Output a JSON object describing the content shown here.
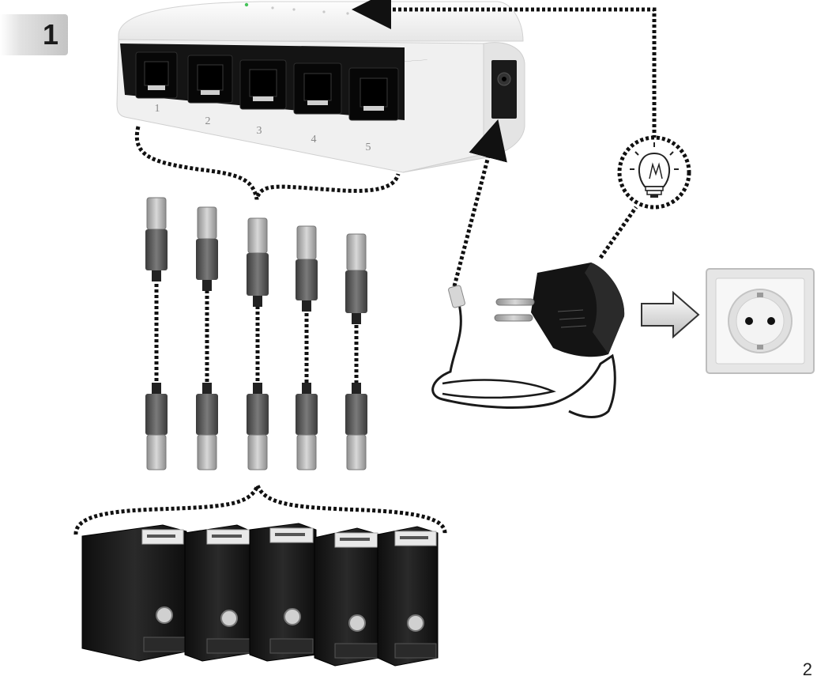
{
  "step": {
    "number": "1"
  },
  "page": {
    "number": "2"
  },
  "switch": {
    "port_labels": [
      "1",
      "2",
      "3",
      "4",
      "5"
    ]
  },
  "icons": {
    "power_indicator": "light-bulb-icon",
    "direction_arrow": "arrow-right-icon"
  },
  "colors": {
    "switch_body": "#f2f2f2",
    "port": "#1b1b1b",
    "dotted_line": "#111111",
    "computer": "#161616",
    "socket_plate": "#e6e6e6"
  }
}
